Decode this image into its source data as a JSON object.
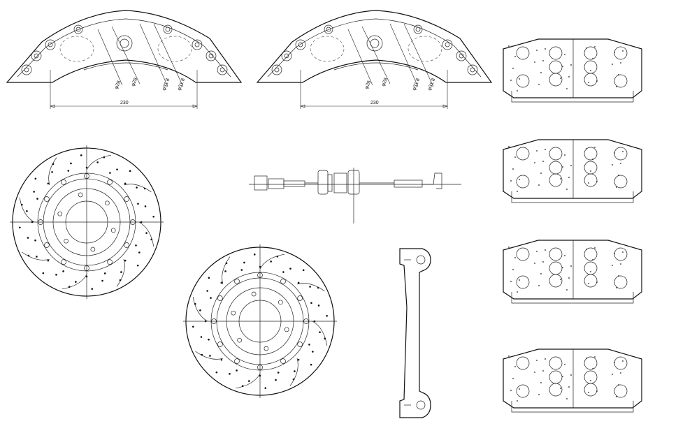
{
  "calipers": [
    {
      "id": "left",
      "width_label": "230",
      "bore_labels": [
        "φ28",
        "φ28",
        "φ31.8",
        "φ31.8"
      ]
    },
    {
      "id": "right",
      "width_label": "230",
      "bore_labels": [
        "φ28",
        "φ28",
        "φ31.8",
        "φ31.8"
      ]
    }
  ],
  "rotors": [
    {
      "id": "rotor-left"
    },
    {
      "id": "rotor-center"
    }
  ],
  "brake_line": {
    "id": "hose-assembly"
  },
  "bracket": {
    "id": "caliper-bracket"
  },
  "brake_pads": [
    {
      "id": "pad-1"
    },
    {
      "id": "pad-2"
    },
    {
      "id": "pad-3"
    },
    {
      "id": "pad-4"
    }
  ]
}
